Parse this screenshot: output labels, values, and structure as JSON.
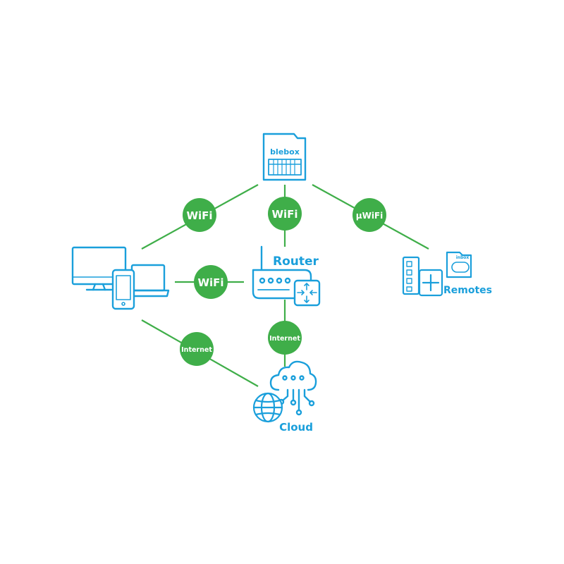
{
  "colors": {
    "line": "#3fae49",
    "badge_fill": "#3fae49",
    "badge_text": "#ffffff",
    "device": "#1a9fdb"
  },
  "nodes": {
    "blebox": {
      "logo_text": "blebox"
    },
    "router": {
      "label": "Router"
    },
    "remotes": {
      "label": "Remotes",
      "inbox_text": "inbox"
    },
    "cloud": {
      "label": "Cloud"
    }
  },
  "links": {
    "blebox_devices": "WiFi",
    "blebox_router": "WiFi",
    "blebox_remotes": "µWiFi",
    "devices_router": "WiFi",
    "devices_cloud": "Internet",
    "router_cloud": "Internet"
  },
  "icons": {
    "blebox": "blebox-device-icon",
    "devices": "computer-devices-icon",
    "router": "router-icon",
    "remotes": "remotes-icon",
    "cloud": "cloud-icon",
    "globe": "globe-icon"
  }
}
